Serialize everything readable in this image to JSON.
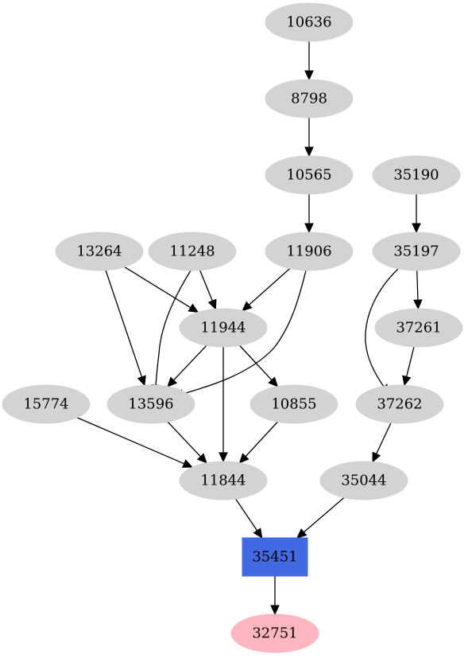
{
  "graph": {
    "nodes": [
      {
        "id": "10636",
        "label": "10636",
        "shape": "ellipse",
        "color": "#d3d3d3"
      },
      {
        "id": "8798",
        "label": "8798",
        "shape": "ellipse",
        "color": "#d3d3d3"
      },
      {
        "id": "10565",
        "label": "10565",
        "shape": "ellipse",
        "color": "#d3d3d3"
      },
      {
        "id": "35190",
        "label": "35190",
        "shape": "ellipse",
        "color": "#d3d3d3"
      },
      {
        "id": "13264",
        "label": "13264",
        "shape": "ellipse",
        "color": "#d3d3d3"
      },
      {
        "id": "11248",
        "label": "11248",
        "shape": "ellipse",
        "color": "#d3d3d3"
      },
      {
        "id": "11906",
        "label": "11906",
        "shape": "ellipse",
        "color": "#d3d3d3"
      },
      {
        "id": "35197",
        "label": "35197",
        "shape": "ellipse",
        "color": "#d3d3d3"
      },
      {
        "id": "11944",
        "label": "11944",
        "shape": "ellipse",
        "color": "#d3d3d3"
      },
      {
        "id": "37261",
        "label": "37261",
        "shape": "ellipse",
        "color": "#d3d3d3"
      },
      {
        "id": "15774",
        "label": "15774",
        "shape": "ellipse",
        "color": "#d3d3d3"
      },
      {
        "id": "13596",
        "label": "13596",
        "shape": "ellipse",
        "color": "#d3d3d3"
      },
      {
        "id": "10855",
        "label": "10855",
        "shape": "ellipse",
        "color": "#d3d3d3"
      },
      {
        "id": "37262",
        "label": "37262",
        "shape": "ellipse",
        "color": "#d3d3d3"
      },
      {
        "id": "11844",
        "label": "11844",
        "shape": "ellipse",
        "color": "#d3d3d3"
      },
      {
        "id": "35044",
        "label": "35044",
        "shape": "ellipse",
        "color": "#d3d3d3"
      },
      {
        "id": "35451",
        "label": "35451",
        "shape": "box",
        "color": "#4169e1"
      },
      {
        "id": "32751",
        "label": "32751",
        "shape": "ellipse",
        "color": "#ffb6c1"
      }
    ],
    "edges": [
      {
        "from": "10636",
        "to": "8798"
      },
      {
        "from": "8798",
        "to": "10565"
      },
      {
        "from": "10565",
        "to": "11906"
      },
      {
        "from": "35190",
        "to": "35197"
      },
      {
        "from": "13264",
        "to": "11944"
      },
      {
        "from": "13264",
        "to": "13596"
      },
      {
        "from": "11248",
        "to": "11944"
      },
      {
        "from": "11248",
        "to": "13596"
      },
      {
        "from": "11906",
        "to": "11944"
      },
      {
        "from": "11906",
        "to": "13596"
      },
      {
        "from": "35197",
        "to": "37261"
      },
      {
        "from": "35197",
        "to": "37262"
      },
      {
        "from": "11944",
        "to": "13596"
      },
      {
        "from": "11944",
        "to": "10855"
      },
      {
        "from": "11944",
        "to": "11844"
      },
      {
        "from": "37261",
        "to": "37262"
      },
      {
        "from": "15774",
        "to": "11844"
      },
      {
        "from": "13596",
        "to": "11844"
      },
      {
        "from": "10855",
        "to": "11844"
      },
      {
        "from": "37262",
        "to": "35044"
      },
      {
        "from": "11844",
        "to": "35451"
      },
      {
        "from": "35044",
        "to": "35451"
      },
      {
        "from": "35451",
        "to": "32751"
      }
    ]
  }
}
